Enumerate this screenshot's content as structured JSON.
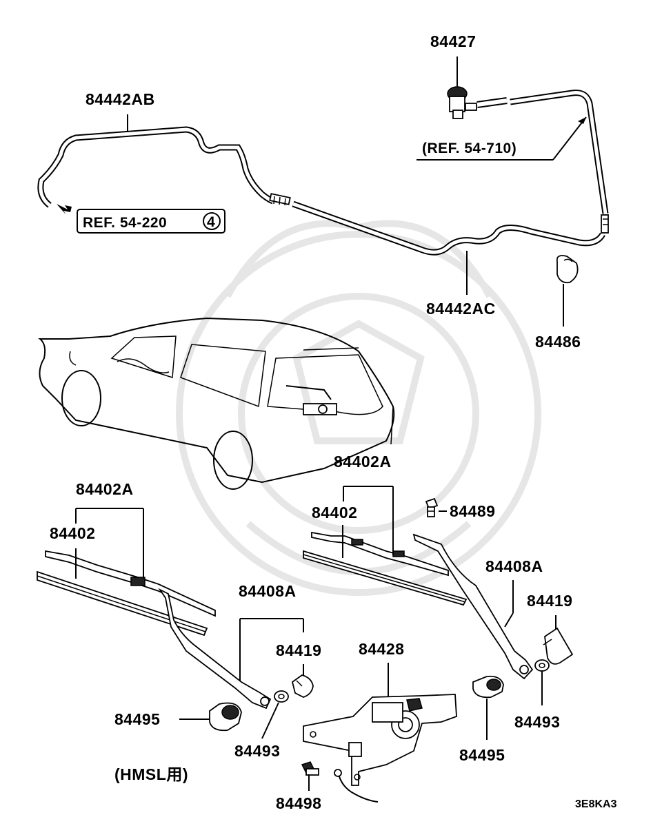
{
  "labels": {
    "p84442AB": "84442AB",
    "p84427": "84427",
    "p84442AC": "84442AC",
    "p84486": "84486",
    "p84402A_center": "84402A",
    "p84402_center": "84402",
    "p84489": "84489",
    "p84408A_right": "84408A",
    "p84419_right": "84419",
    "p84493_right": "84493",
    "p84495_right": "84495",
    "p84402A_left": "84402A",
    "p84402_left": "84402",
    "p84408A_left": "84408A",
    "p84419_left": "84419",
    "p84495_left": "84495",
    "p84493_left": "84493",
    "p84428": "84428",
    "p84498": "84498"
  },
  "refs": {
    "ref_54_710": "(REF. 54-710)",
    "ref_54_220": "REF. 54-220",
    "ref_54_220_circle": "4"
  },
  "notes": {
    "hmsl": "(HMSL用)",
    "diagram_code": "3E8KA3"
  }
}
